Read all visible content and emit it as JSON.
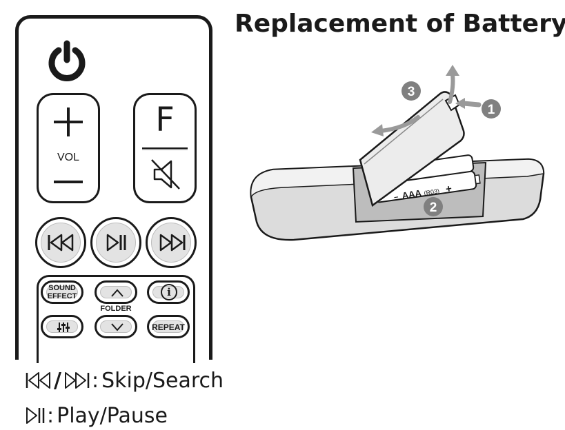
{
  "title": "Replacement of Battery",
  "remote": {
    "vol_label": "VOL",
    "function_label": "F",
    "sound_effect_line1": "SOUND",
    "sound_effect_line2": "EFFECT",
    "folder_label": "FOLDER",
    "repeat_label": "REPEAT",
    "info_glyph": "i"
  },
  "diagram": {
    "step1": "1",
    "step2": "2",
    "step3": "3",
    "battery_label": "AAA",
    "battery_code": "(R03)",
    "battery_minus": "−",
    "battery_plus": "+"
  },
  "legend": [
    {
      "separator": "/",
      "text": "Skip/Search"
    },
    {
      "text": "Play/Pause"
    }
  ],
  "legend_colon": ":"
}
